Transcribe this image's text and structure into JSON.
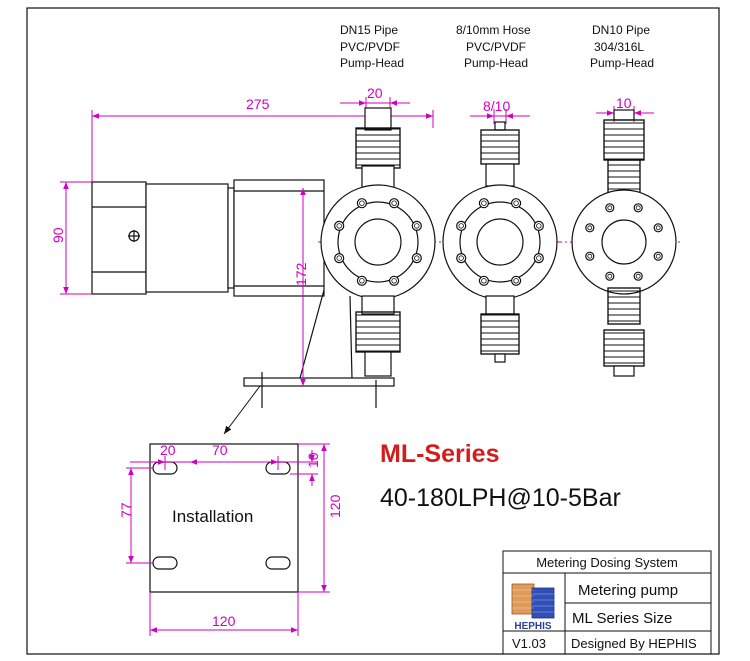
{
  "colors": {
    "dimension": "#d000c0",
    "title_red": "#d41c1c",
    "outline": "#111111",
    "logo_orange": "#e09a5a",
    "logo_blue": "#3050b8",
    "logo_text": "#2a3f9e"
  },
  "pump_heads": [
    {
      "line1": "DN15 Pipe",
      "line2": "PVC/PVDF",
      "line3": "Pump-Head",
      "dimension": "20"
    },
    {
      "line1": "8/10mm Hose",
      "line2": "PVC/PVDF",
      "line3": "Pump-Head",
      "dimension": "8/10"
    },
    {
      "line1": "DN10 Pipe",
      "line2": "304/316L",
      "line3": "Pump-Head",
      "dimension": "10"
    }
  ],
  "dimensions": {
    "overall_length": "275",
    "motor_height": "90",
    "center_height": "172"
  },
  "installation": {
    "label": "Installation",
    "dim_20": "20",
    "dim_70": "70",
    "dim_10": "10",
    "dim_77": "77",
    "dim_120_vertical": "120",
    "dim_120_horizontal": "120"
  },
  "series": {
    "title": "ML-Series",
    "spec": "40-180LPH@10-5Bar"
  },
  "title_block": {
    "system": "Metering Dosing System",
    "product": "Metering pump",
    "size": "ML Series Size",
    "designer": "Designed By HEPHIS",
    "version": "V1.03",
    "logo_text": "HEPHIS"
  }
}
